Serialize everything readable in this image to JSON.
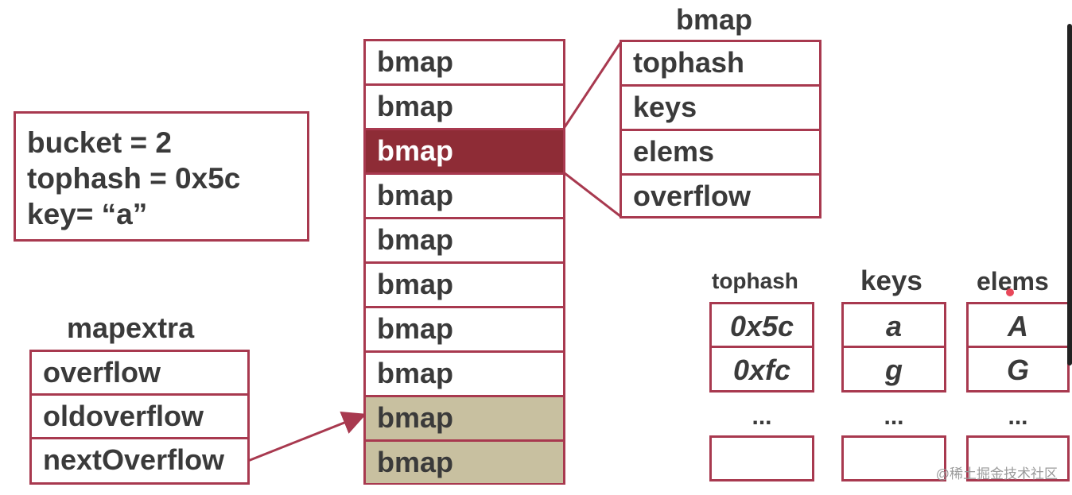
{
  "bucket_info": {
    "lines": [
      "bucket = 2",
      "tophash = 0x5c",
      "key= “a”"
    ]
  },
  "mapextra": {
    "title": "mapextra",
    "fields": [
      "overflow",
      "oldoverflow",
      "nextOverflow"
    ]
  },
  "buckets": {
    "items": [
      "bmap",
      "bmap",
      "bmap",
      "bmap",
      "bmap",
      "bmap",
      "bmap",
      "bmap",
      "bmap",
      "bmap"
    ],
    "highlighted_index": 2,
    "overflow_indices": [
      8,
      9
    ],
    "highlight_color": "#8e2c36",
    "overflow_color": "#c8c0a0"
  },
  "bmap_detail": {
    "title": "bmap",
    "fields": [
      "tophash",
      "keys",
      "elems",
      "overflow"
    ]
  },
  "bucket_contents": {
    "columns": [
      {
        "title": "tophash",
        "values": [
          "0x5c",
          "0xfc"
        ],
        "ellipsis": "..."
      },
      {
        "title": "keys",
        "values": [
          "a",
          "g"
        ],
        "ellipsis": "..."
      },
      {
        "title": "elems",
        "values": [
          "A",
          "G"
        ],
        "ellipsis": "..."
      }
    ]
  },
  "watermark": "@稀土掘金技术社区",
  "colors": {
    "border": "#a8394f",
    "text": "#3a3a3a"
  }
}
